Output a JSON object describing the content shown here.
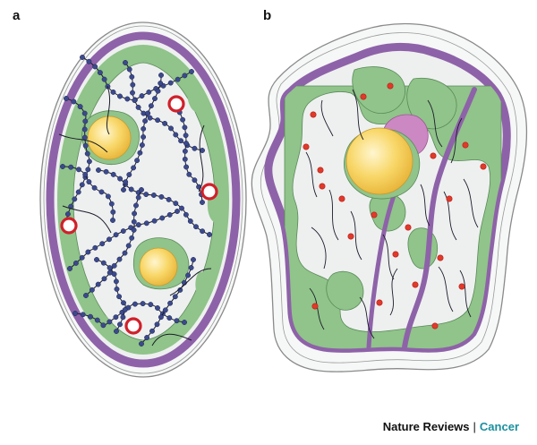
{
  "figure": {
    "panels": [
      {
        "label": "a"
      },
      {
        "label": "b"
      }
    ],
    "credit": {
      "journal": "Nature Reviews",
      "separator": "|",
      "section": "Cancer"
    }
  },
  "colors": {
    "outer_wall": "#f6f7f7",
    "wall_outline": "#8a8a8a",
    "membrane": "#8e62a8",
    "cytoplasm": "#eef0f0",
    "green_region": "#90c48a",
    "nucleus": "#f5cf55",
    "network_bead": "#3c4a8c",
    "ring": "#d0202a",
    "dot": "#e03a2a",
    "pink_body": "#cc88c2"
  }
}
